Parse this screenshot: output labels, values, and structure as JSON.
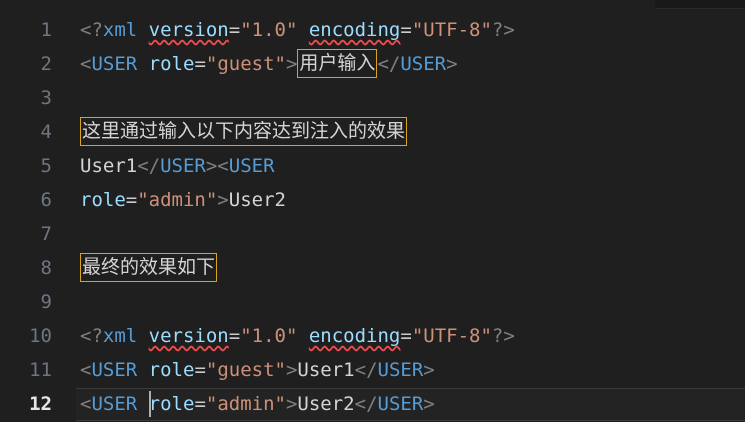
{
  "editor": {
    "background_color": "#1f1f1f",
    "line_number_color": "#6e7681",
    "active_line_number_color": "#e6e6e6",
    "annotation_box_color": "#d7a320",
    "error_squiggle_color": "#f14c4c",
    "cursor_color": "#aeafad",
    "total_lines": 12,
    "active_line": 12,
    "cursor_line": 12,
    "cursor_column": 7
  },
  "minimap": {
    "slider_label": "minimap-slider"
  },
  "lines": [
    {
      "number": "1",
      "tokens": [
        {
          "text": "<?",
          "type": "punct"
        },
        {
          "text": "xml",
          "type": "tag"
        },
        {
          "text": " ",
          "type": "text"
        },
        {
          "text": "version",
          "type": "attr",
          "squiggle": true
        },
        {
          "text": "=",
          "type": "eq"
        },
        {
          "text": "\"1.0\"",
          "type": "string"
        },
        {
          "text": " ",
          "type": "text"
        },
        {
          "text": "encoding",
          "type": "attr",
          "squiggle": true
        },
        {
          "text": "=",
          "type": "eq"
        },
        {
          "text": "\"UTF-8\"",
          "type": "string"
        },
        {
          "text": "?>",
          "type": "punct"
        }
      ]
    },
    {
      "number": "2",
      "tokens": [
        {
          "text": "<",
          "type": "punct"
        },
        {
          "text": "USER",
          "type": "tag"
        },
        {
          "text": " ",
          "type": "text"
        },
        {
          "text": "role",
          "type": "attr"
        },
        {
          "text": "=",
          "type": "eq"
        },
        {
          "text": "\"guest\"",
          "type": "string"
        },
        {
          "text": ">",
          "type": "punct"
        },
        {
          "text": "用户输入",
          "type": "cjk",
          "boxed": true
        },
        {
          "text": "</",
          "type": "punct"
        },
        {
          "text": "USER",
          "type": "tag"
        },
        {
          "text": ">",
          "type": "punct"
        }
      ]
    },
    {
      "number": "3",
      "tokens": []
    },
    {
      "number": "4",
      "tokens": [
        {
          "text": "这里通过输入以下内容达到注入的效果",
          "type": "cjk",
          "boxed": true
        }
      ]
    },
    {
      "number": "5",
      "tokens": [
        {
          "text": "User1",
          "type": "text"
        },
        {
          "text": "</",
          "type": "punct"
        },
        {
          "text": "USER",
          "type": "tag"
        },
        {
          "text": "><",
          "type": "punct"
        },
        {
          "text": "USER",
          "type": "tag"
        }
      ]
    },
    {
      "number": "6",
      "tokens": [
        {
          "text": "role",
          "type": "attr"
        },
        {
          "text": "=",
          "type": "eq"
        },
        {
          "text": "\"admin\"",
          "type": "string"
        },
        {
          "text": ">",
          "type": "punct"
        },
        {
          "text": "User2",
          "type": "text"
        }
      ]
    },
    {
      "number": "7",
      "tokens": []
    },
    {
      "number": "8",
      "tokens": [
        {
          "text": "最终的效果如下",
          "type": "cjk",
          "boxed": true
        }
      ]
    },
    {
      "number": "9",
      "tokens": []
    },
    {
      "number": "10",
      "tokens": [
        {
          "text": "<?",
          "type": "punct"
        },
        {
          "text": "xml",
          "type": "tag"
        },
        {
          "text": " ",
          "type": "text"
        },
        {
          "text": "version",
          "type": "attr",
          "squiggle": true
        },
        {
          "text": "=",
          "type": "eq"
        },
        {
          "text": "\"1.0\"",
          "type": "string"
        },
        {
          "text": " ",
          "type": "text"
        },
        {
          "text": "encoding",
          "type": "attr",
          "squiggle": true
        },
        {
          "text": "=",
          "type": "eq"
        },
        {
          "text": "\"UTF-8\"",
          "type": "string"
        },
        {
          "text": "?>",
          "type": "punct"
        }
      ]
    },
    {
      "number": "11",
      "tokens": [
        {
          "text": "<",
          "type": "punct"
        },
        {
          "text": "USER",
          "type": "tag"
        },
        {
          "text": " ",
          "type": "text"
        },
        {
          "text": "role",
          "type": "attr"
        },
        {
          "text": "=",
          "type": "eq"
        },
        {
          "text": "\"guest\"",
          "type": "string"
        },
        {
          "text": ">",
          "type": "punct"
        },
        {
          "text": "User1",
          "type": "text"
        },
        {
          "text": "</",
          "type": "punct"
        },
        {
          "text": "USER",
          "type": "tag"
        },
        {
          "text": ">",
          "type": "punct"
        }
      ]
    },
    {
      "number": "12",
      "active": true,
      "tokens": [
        {
          "text": "<",
          "type": "punct"
        },
        {
          "text": "USER",
          "type": "tag"
        },
        {
          "text": " ",
          "type": "text"
        },
        {
          "text": "",
          "type": "cursor"
        },
        {
          "text": "role",
          "type": "attr"
        },
        {
          "text": "=",
          "type": "eq"
        },
        {
          "text": "\"admin\"",
          "type": "string"
        },
        {
          "text": ">",
          "type": "punct"
        },
        {
          "text": "User2",
          "type": "text"
        },
        {
          "text": "</",
          "type": "punct"
        },
        {
          "text": "USER",
          "type": "tag"
        },
        {
          "text": ">",
          "type": "punct"
        }
      ]
    }
  ]
}
